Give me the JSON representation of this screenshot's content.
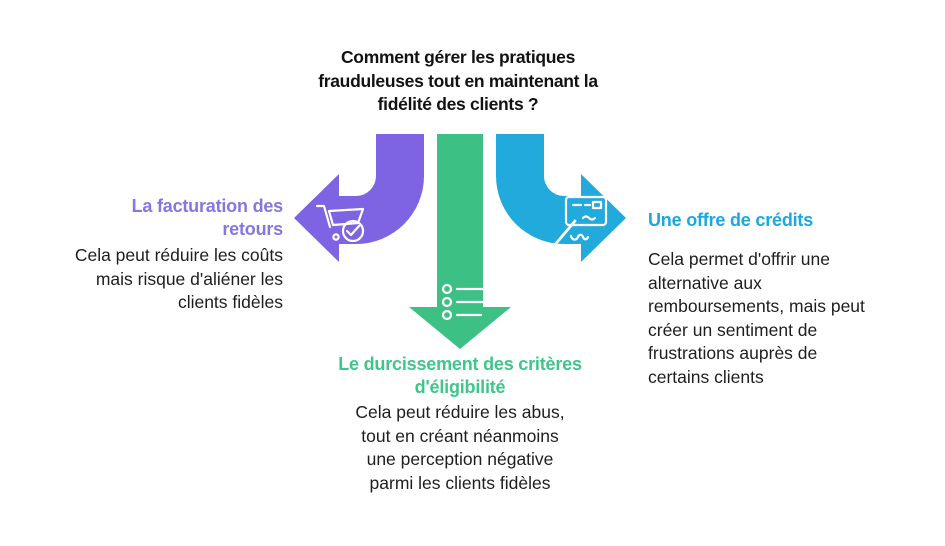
{
  "title": "Comment gérer les pratiques\nfrauduleuses tout en maintenant la\nfidélité des clients ?",
  "colors": {
    "arrow_purple": "#7E63E3",
    "arrow_green": "#3DC083",
    "arrow_blue": "#22AADD",
    "heading_purple": "#8577E1",
    "heading_green": "#3FC78A",
    "heading_blue": "#1CA7DF",
    "body_text": "#1E1E1E",
    "title_text": "#121212"
  },
  "options": {
    "returns": {
      "heading": "La facturation des\nretours",
      "body": "Cela peut réduire les coûts\nmais risque d'aliéner les\nclients fidèles",
      "icon": "shopping-cart-check-icon"
    },
    "eligibility": {
      "heading": "Le durcissement des critères\nd'éligibilité",
      "body": "Cela peut réduire les abus,\ntout en créant néanmoins\nune perception négative\nparmi les clients fidèles",
      "icon": "checklist-icon"
    },
    "credits": {
      "heading": "Une offre de crédits",
      "body": "Cela permet d'offrir une\nalternative aux\nremboursements, mais peut\ncréer un sentiment de\nfrustrations auprès de\ncertains clients",
      "icon": "cheque-signature-icon"
    }
  }
}
